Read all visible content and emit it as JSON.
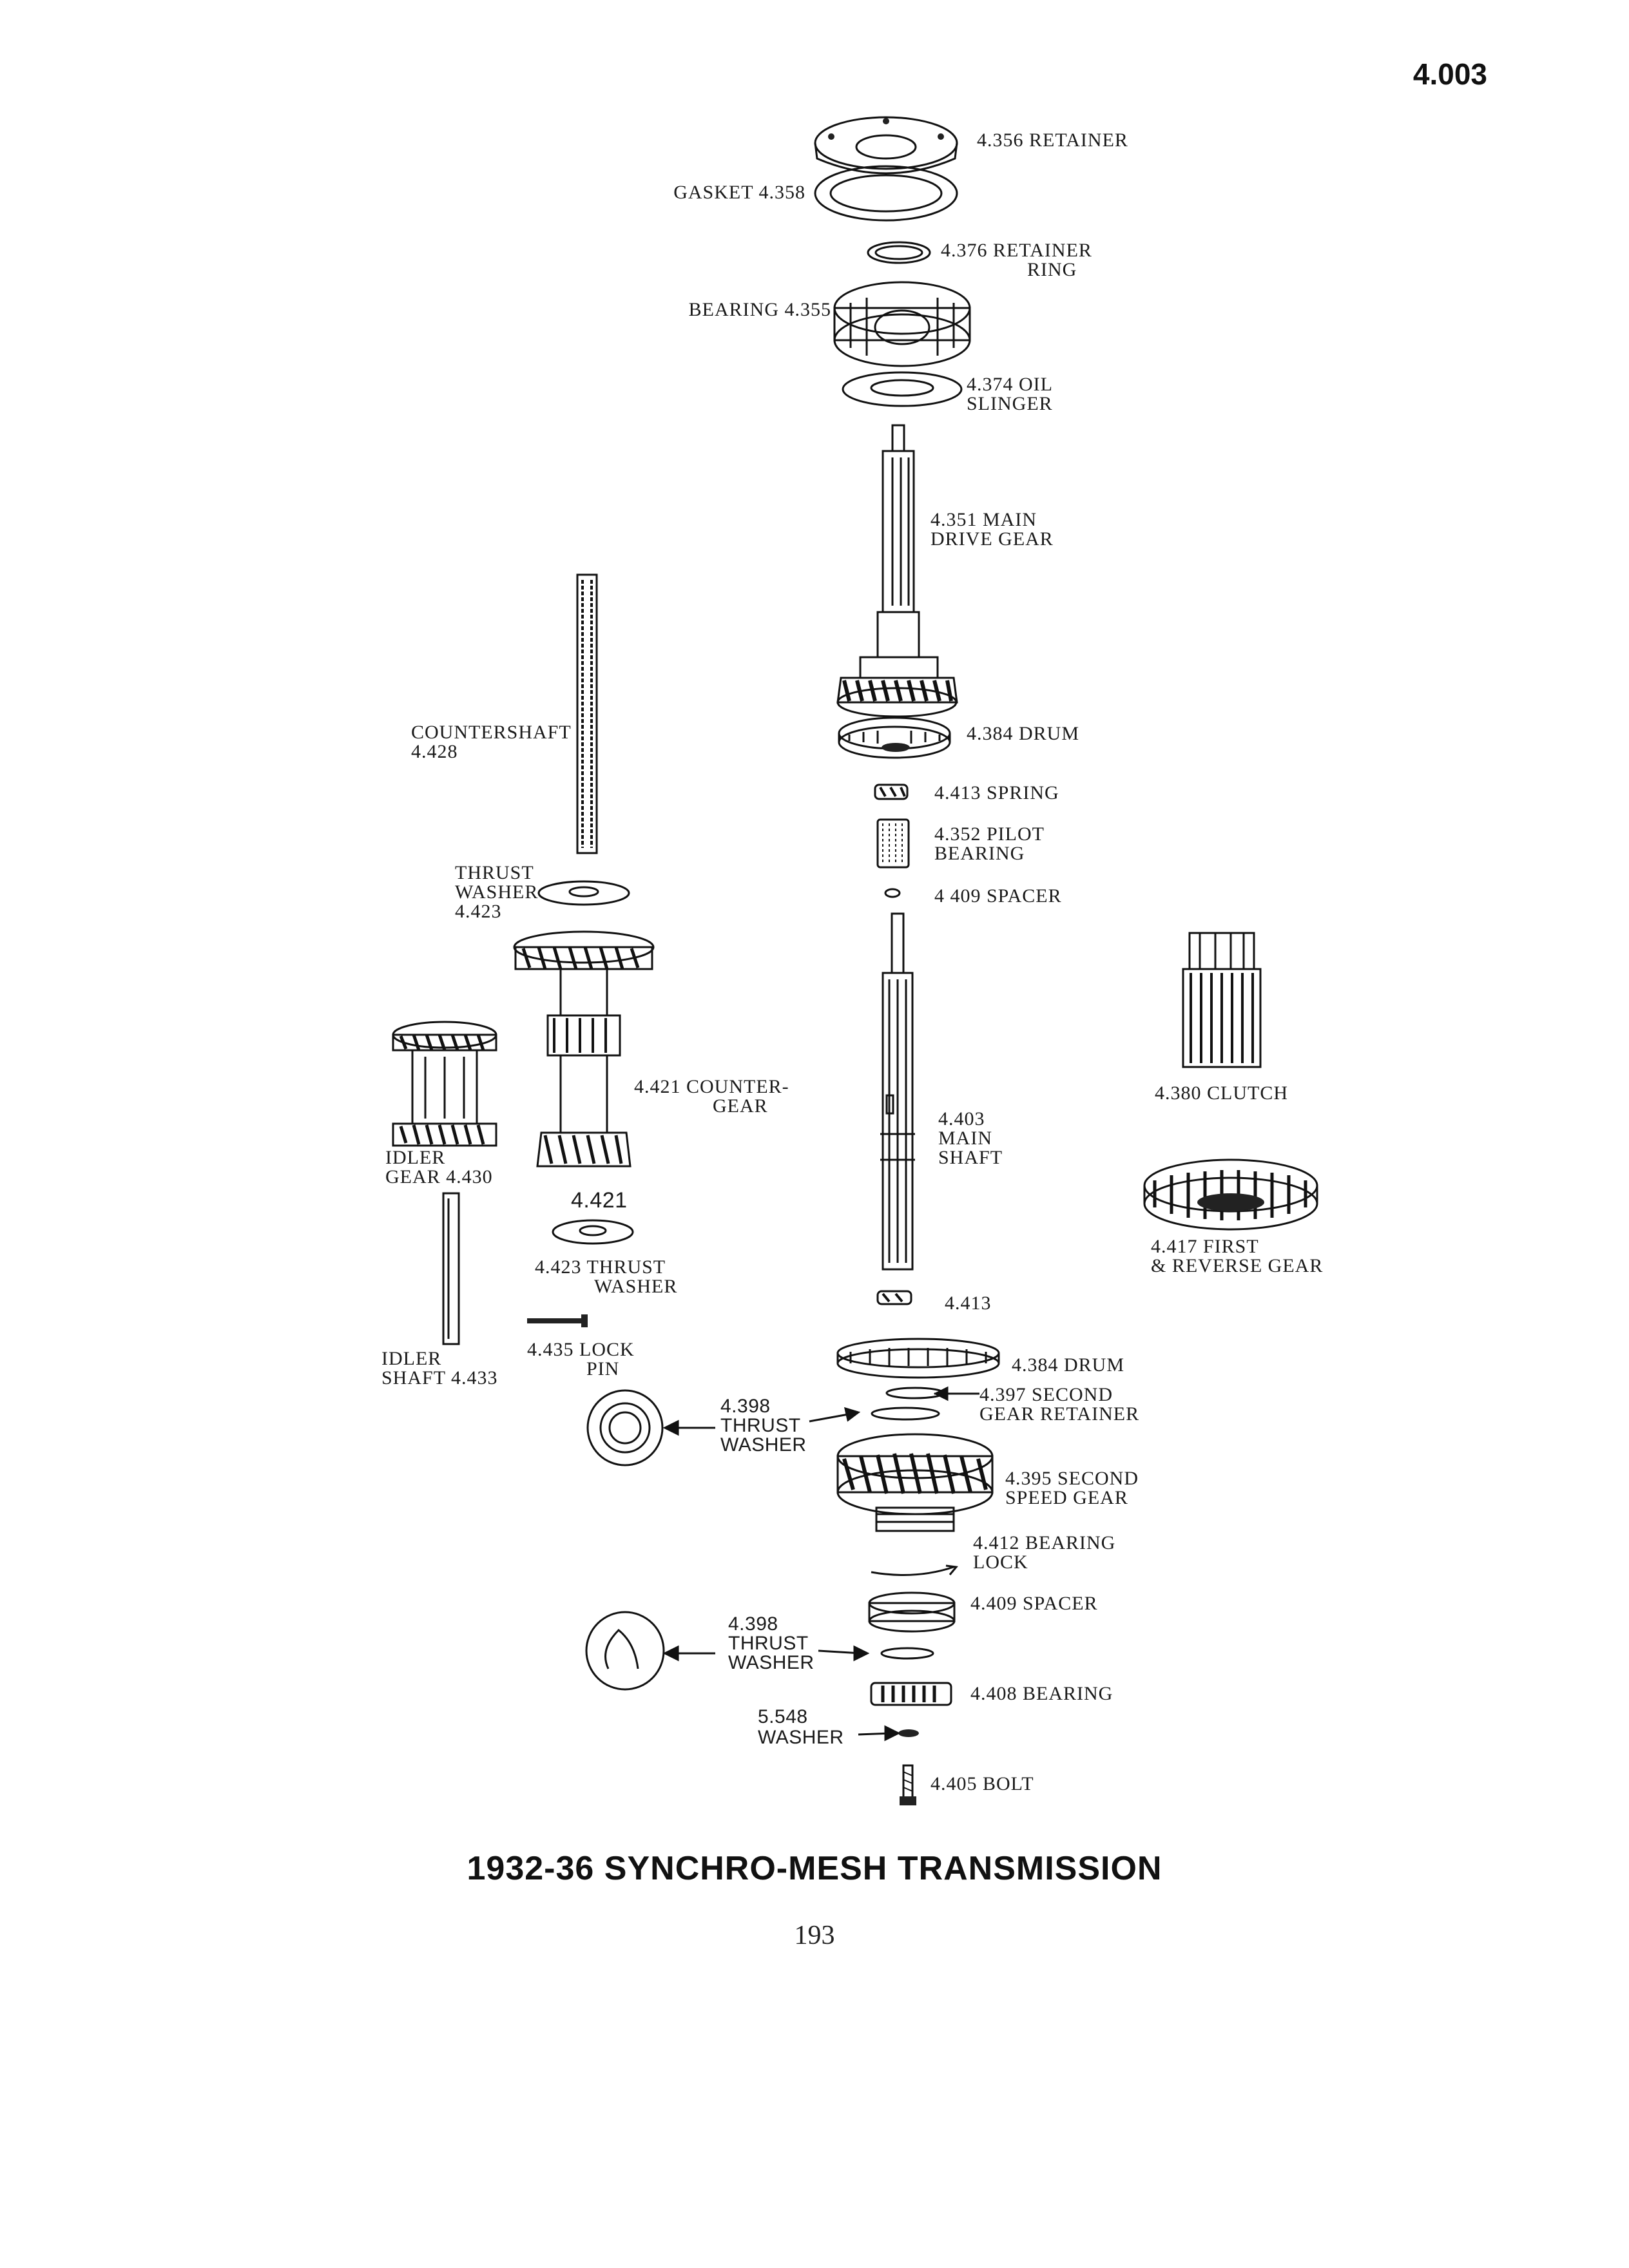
{
  "page": {
    "section_number": "4.003",
    "title": "1932-36 SYNCHRO-MESH TRANSMISSION",
    "page_number": "193"
  },
  "labels": {
    "retainer": "4.356 RETAINER",
    "gasket": "GASKET 4.358",
    "retainer_ring_1": "4.376 RETAINER",
    "retainer_ring_2": "RING",
    "bearing_4355": "BEARING 4.355",
    "oil_slinger_1": "4.374 OIL",
    "oil_slinger_2": "SLINGER",
    "main_drive_gear_1": "4.351 MAIN",
    "main_drive_gear_2": "DRIVE GEAR",
    "countershaft_1": "COUNTERSHAFT",
    "countershaft_2": "4.428",
    "drum_4384": "4.384 DRUM",
    "spring_4413": "4.413 SPRING",
    "pilot_bearing_1": "4.352 PILOT",
    "pilot_bearing_2": "BEARING",
    "spacer_4409_top": "4 409 SPACER",
    "thrust_washer_top_1": "THRUST",
    "thrust_washer_top_2": "WASHER",
    "thrust_washer_top_3": "4.423",
    "clutch_4380": "4.380 CLUTCH",
    "countergear_1": "4.421 COUNTER-",
    "countergear_2": "GEAR",
    "main_shaft_1": "4.403",
    "main_shaft_2": "MAIN",
    "main_shaft_3": "SHAFT",
    "idler_gear_1": "IDLER",
    "idler_gear_2": "GEAR 4.430",
    "countergear_num": "4.421",
    "first_reverse_1": "4.417 FIRST",
    "first_reverse_2": "& REVERSE GEAR",
    "thrust_washer_4423_1": "4.423 THRUST",
    "thrust_washer_4423_2": "WASHER",
    "spring_4413_b": "4.413",
    "lock_pin_1": "4.435 LOCK",
    "lock_pin_2": "PIN",
    "idler_shaft_1": "IDLER",
    "idler_shaft_2": "SHAFT 4.433",
    "drum_4384_b": "4.384 DRUM",
    "second_gear_retainer_1": "4.397 SECOND",
    "second_gear_retainer_2": "GEAR RETAINER",
    "thrust_washer_4398_a_1": "4.398",
    "thrust_washer_4398_a_2": "THRUST",
    "thrust_washer_4398_a_3": "WASHER",
    "second_speed_gear_1": "4.395 SECOND",
    "second_speed_gear_2": "SPEED GEAR",
    "bearing_lock_1": "4.412 BEARING",
    "bearing_lock_2": "LOCK",
    "spacer_4409_b": "4.409 SPACER",
    "thrust_washer_4398_b_1": "4.398",
    "thrust_washer_4398_b_2": "THRUST",
    "thrust_washer_4398_b_3": "WASHER",
    "bearing_4408": "4.408 BEARING",
    "washer_5548_1": "5.548",
    "washer_5548_2": "WASHER",
    "bolt_4405": "4.405 BOLT"
  }
}
